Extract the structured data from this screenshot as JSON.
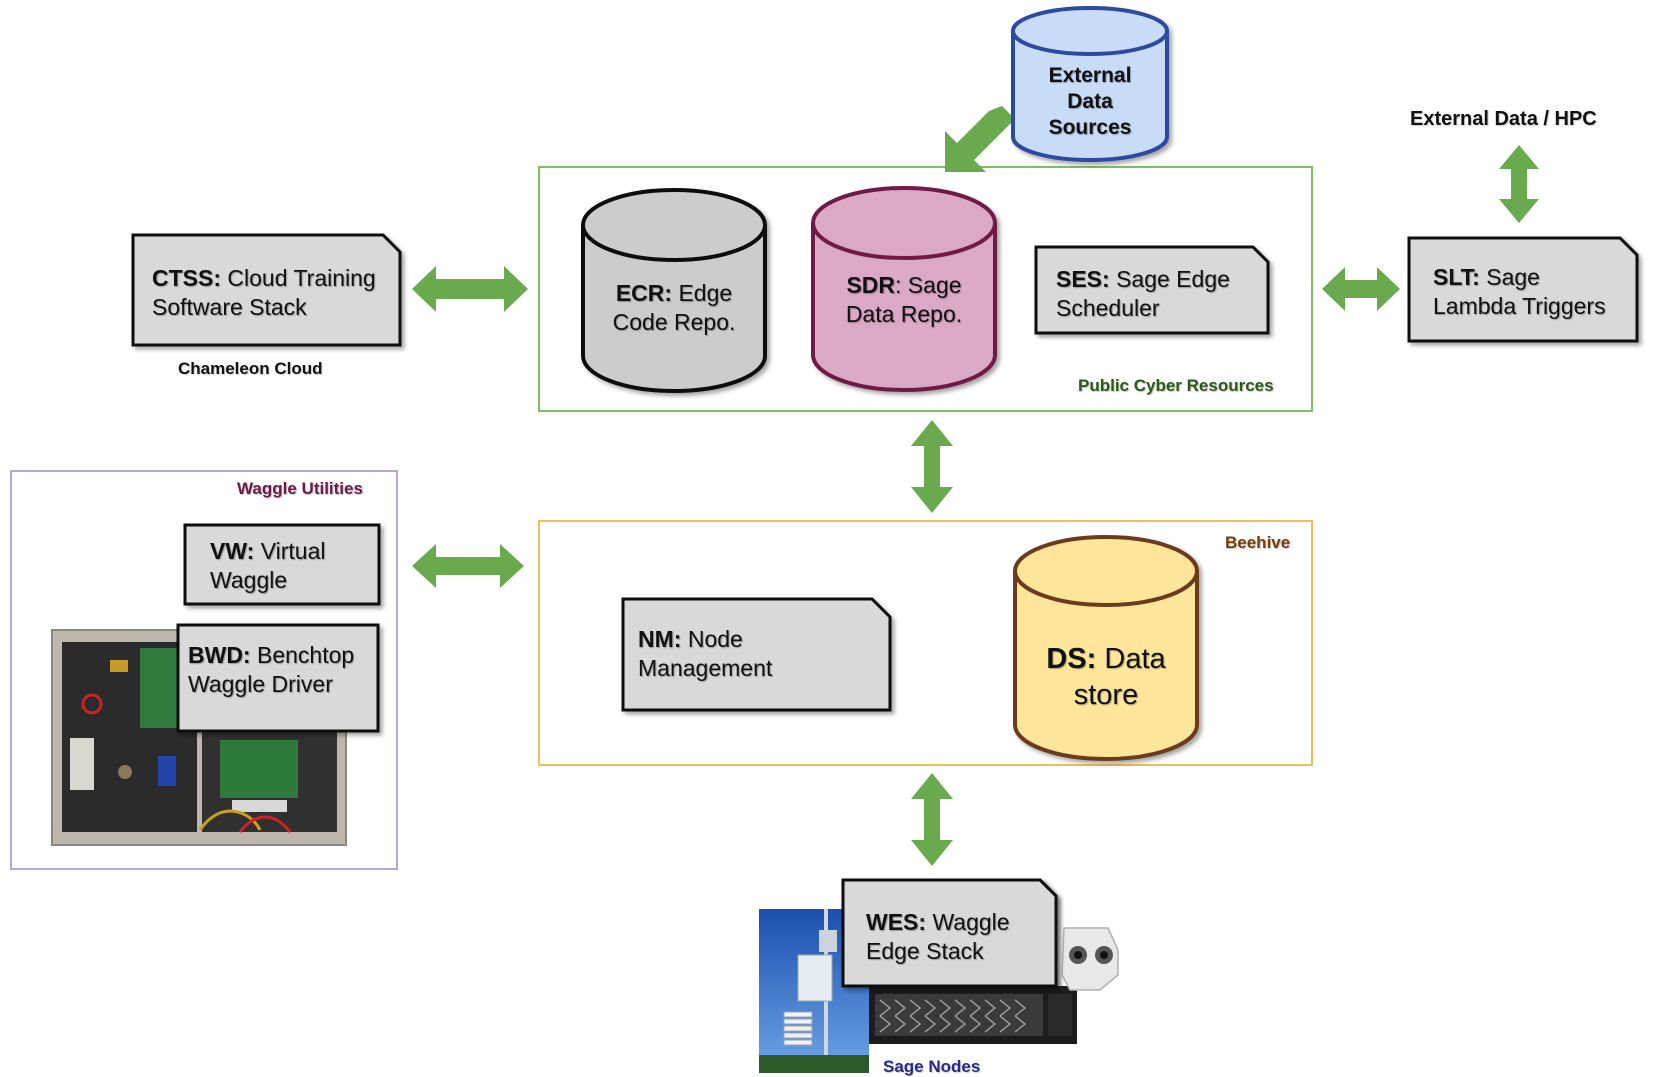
{
  "regions": {
    "public_cyber": {
      "label": "Public Cyber Resources",
      "color": "#7fbf5f",
      "label_color": "#2b5a17"
    },
    "beehive": {
      "label": "Beehive",
      "color": "#f1bf53",
      "label_color": "#7a3d0a"
    },
    "waggle_utilities": {
      "label": "Waggle Utilities",
      "color": "#b5a8d8",
      "label_color": "#6b1a4a"
    }
  },
  "components": {
    "ctss": {
      "abbr": "CTSS:",
      "name": "Cloud Training Software Stack",
      "line1": "Cloud Training",
      "line2": "Software Stack"
    },
    "ecr": {
      "abbr": "ECR:",
      "line1": "Edge",
      "line2": "Code Repo."
    },
    "sdr": {
      "abbr": "SDR",
      "line1": ": Sage",
      "line2": "Data Repo."
    },
    "ses": {
      "abbr": "SES:",
      "line1": "Sage Edge",
      "line2": "Scheduler"
    },
    "slt": {
      "abbr": "SLT:",
      "line1": "Sage",
      "line2": "Lambda Triggers"
    },
    "external_data_sources": {
      "line1": "External",
      "line2": "Data",
      "line3": "Sources"
    },
    "vw": {
      "abbr": "VW:",
      "line1": "Virtual",
      "line2": "Waggle"
    },
    "bwd": {
      "abbr": "BWD:",
      "line1": "Benchtop",
      "line2": "Waggle Driver"
    },
    "nm": {
      "abbr": "NM:",
      "line1": "Node",
      "line2": "Management"
    },
    "ds": {
      "abbr": "DS:",
      "line1": "Data",
      "line2": "store"
    },
    "wes": {
      "abbr": "WES:",
      "line1": "Waggle",
      "line2": "Edge Stack"
    }
  },
  "captions": {
    "chameleon": "Chameleon Cloud",
    "external_hpc": "External Data / HPC",
    "sage_nodes": "Sage Nodes"
  },
  "colors": {
    "arrow": "#6aaa4f",
    "doc_fill": "#d9d9d9",
    "ecr_fill": "#cccccc",
    "sdr_fill": "#dba8c6",
    "sdr_stroke": "#6e1a45",
    "ext_fill": "#c8dcf8",
    "ext_stroke": "#2f4aa0",
    "ds_fill": "#fde59a",
    "ds_stroke": "#6a3b1a",
    "sage_nodes_color": "#2a2a86"
  }
}
